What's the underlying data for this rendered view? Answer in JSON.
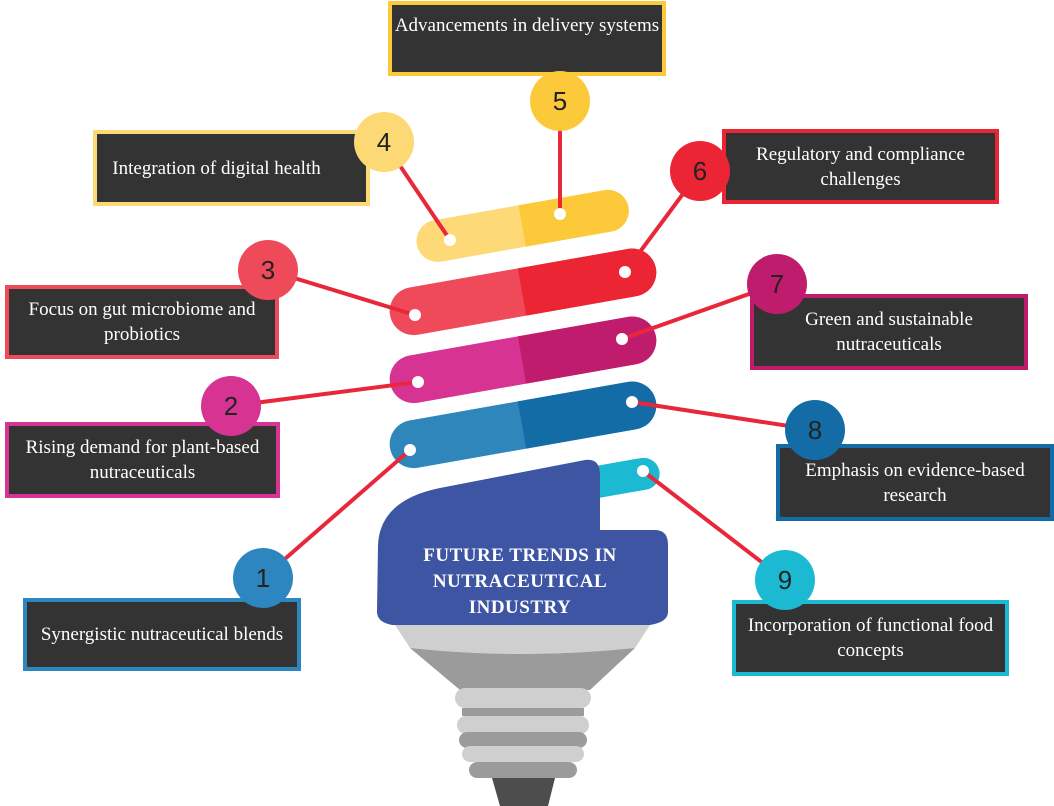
{
  "title": "FUTURE TRENDS IN NUTRACEUTICAL INDUSTRY",
  "items": [
    {
      "n": "1",
      "text": "Synergistic nutraceutical blends",
      "color": "#2e86c1"
    },
    {
      "n": "2",
      "text": "Rising demand for plant-based nutraceuticals",
      "color": "#d63392"
    },
    {
      "n": "3",
      "text": "Focus on gut microbiome and probiotics",
      "color": "#ef4a5a"
    },
    {
      "n": "4",
      "text": "Integration of digital health",
      "color": "#fcd975"
    },
    {
      "n": "5",
      "text": "Advancements in delivery systems",
      "color": "#fcc93a"
    },
    {
      "n": "6",
      "text": "Regulatory and compliance challenges",
      "color": "#ec2535"
    },
    {
      "n": "7",
      "text": "Green and sustainable nutraceuticals",
      "color": "#c01c6e"
    },
    {
      "n": "8",
      "text": "Emphasis on evidence-based research",
      "color": "#136ca6"
    },
    {
      "n": "9",
      "text": "Incorporation of functional food concepts",
      "color": "#1bbad2"
    }
  ]
}
